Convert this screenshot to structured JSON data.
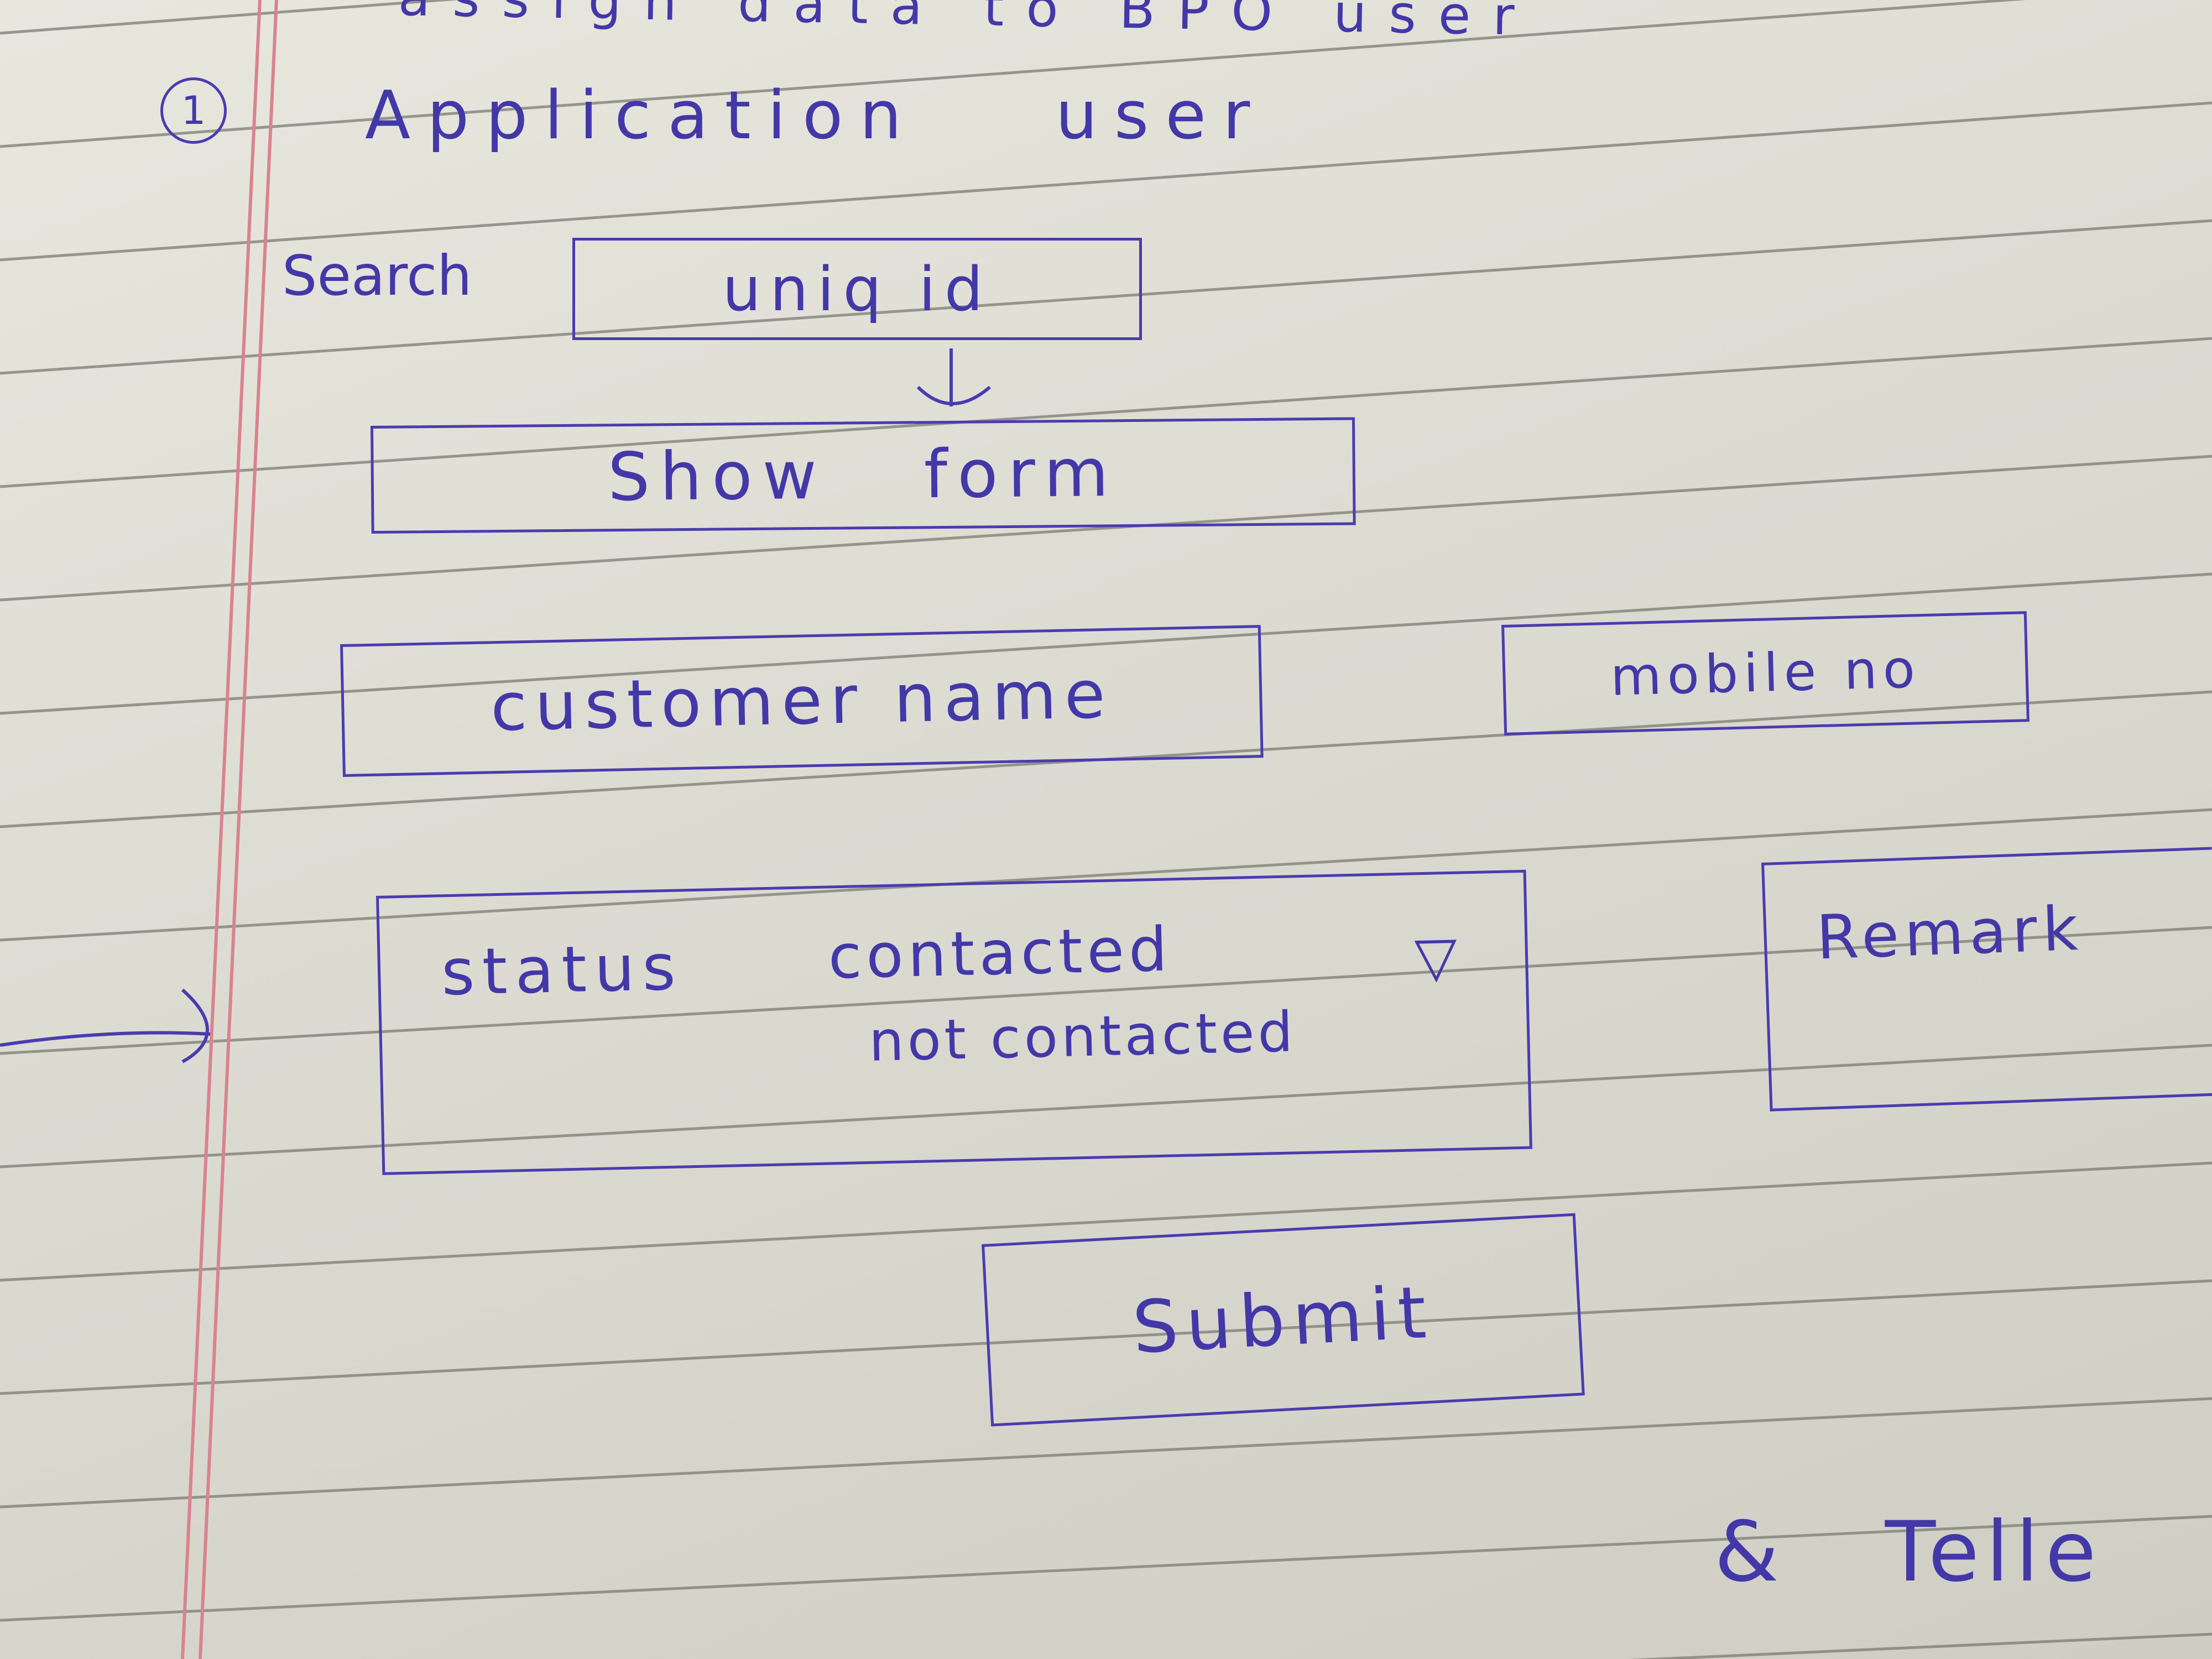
{
  "header_fragment": "assign data to BPO user",
  "section_number": "1",
  "section_title": "Application user",
  "search_label": "Search",
  "uniq_id_box": "uniq id",
  "show_form_box": "Show form",
  "customer_name_box": "customer name",
  "mobile_no_box": "mobile no",
  "status_label": "status",
  "status_options": [
    "contacted",
    "not contacted"
  ],
  "dropdown_marker": "▽",
  "remark_box": "Remark",
  "submit_button": "Submit",
  "bottom_fragment": "& Telle",
  "ink_color": "#4a3cb0",
  "margin_color": "#d9838f"
}
